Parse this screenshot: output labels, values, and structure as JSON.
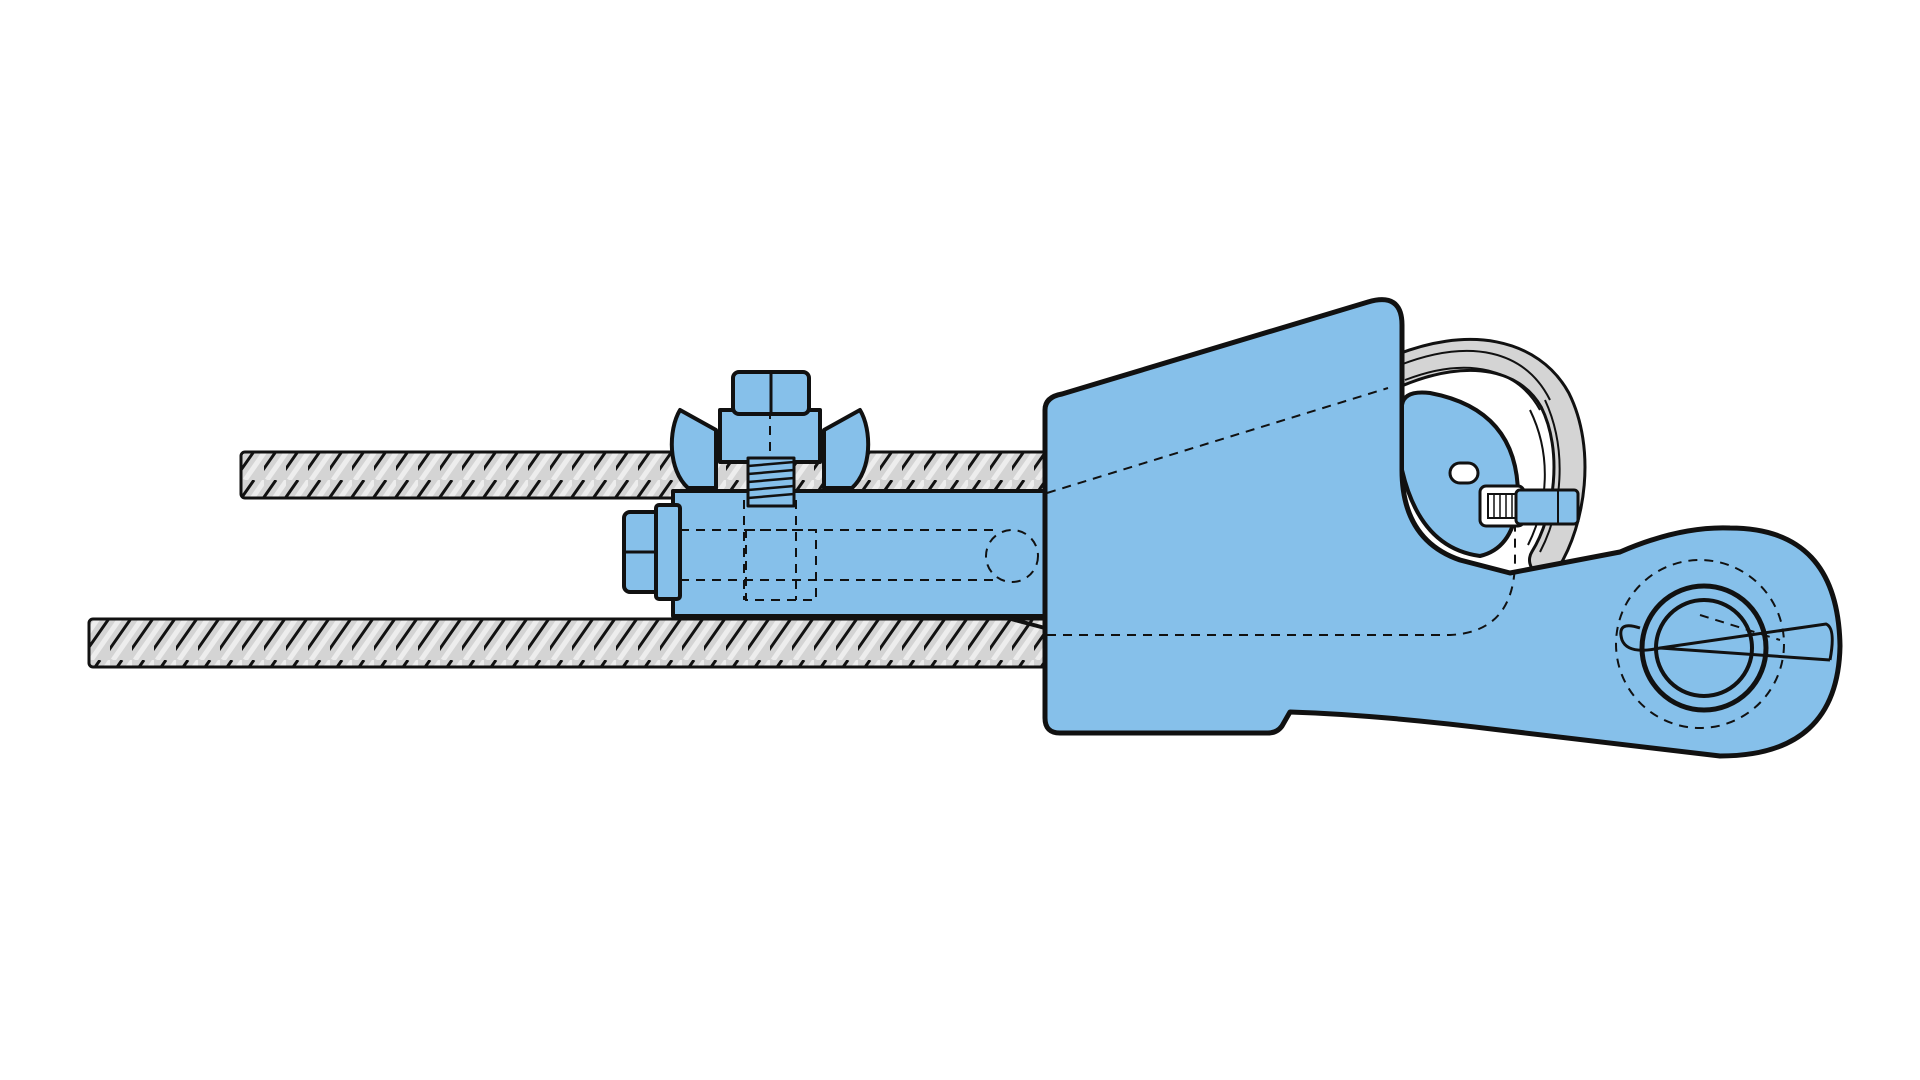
{
  "diagram": {
    "subject": "wedge-socket-wire-rope-termination",
    "components": [
      {
        "name": "wire-rope-live-end",
        "icon": "twisted-rope"
      },
      {
        "name": "wire-rope-dead-end",
        "icon": "twisted-rope"
      },
      {
        "name": "wire-rope-loop",
        "icon": "rope-loop"
      },
      {
        "name": "wedge-socket-body",
        "icon": "socket"
      },
      {
        "name": "wedge-socket-eye",
        "icon": "eye"
      },
      {
        "name": "pin",
        "icon": "pin"
      },
      {
        "name": "cotter-pin",
        "icon": "cotter-pin"
      },
      {
        "name": "wedge-tail",
        "icon": "tail"
      },
      {
        "name": "saddle-clip",
        "icon": "clip"
      },
      {
        "name": "u-bolt",
        "icon": "bolt"
      },
      {
        "name": "hex-nut",
        "icon": "nut"
      },
      {
        "name": "hose-clamp",
        "icon": "clamp"
      }
    ]
  },
  "colors": {
    "part_fill": "#86c0ea",
    "rope_fill": "#d4d4d4",
    "rope_strand": "#ededed",
    "outline": "#111111",
    "background": "#ffffff"
  }
}
